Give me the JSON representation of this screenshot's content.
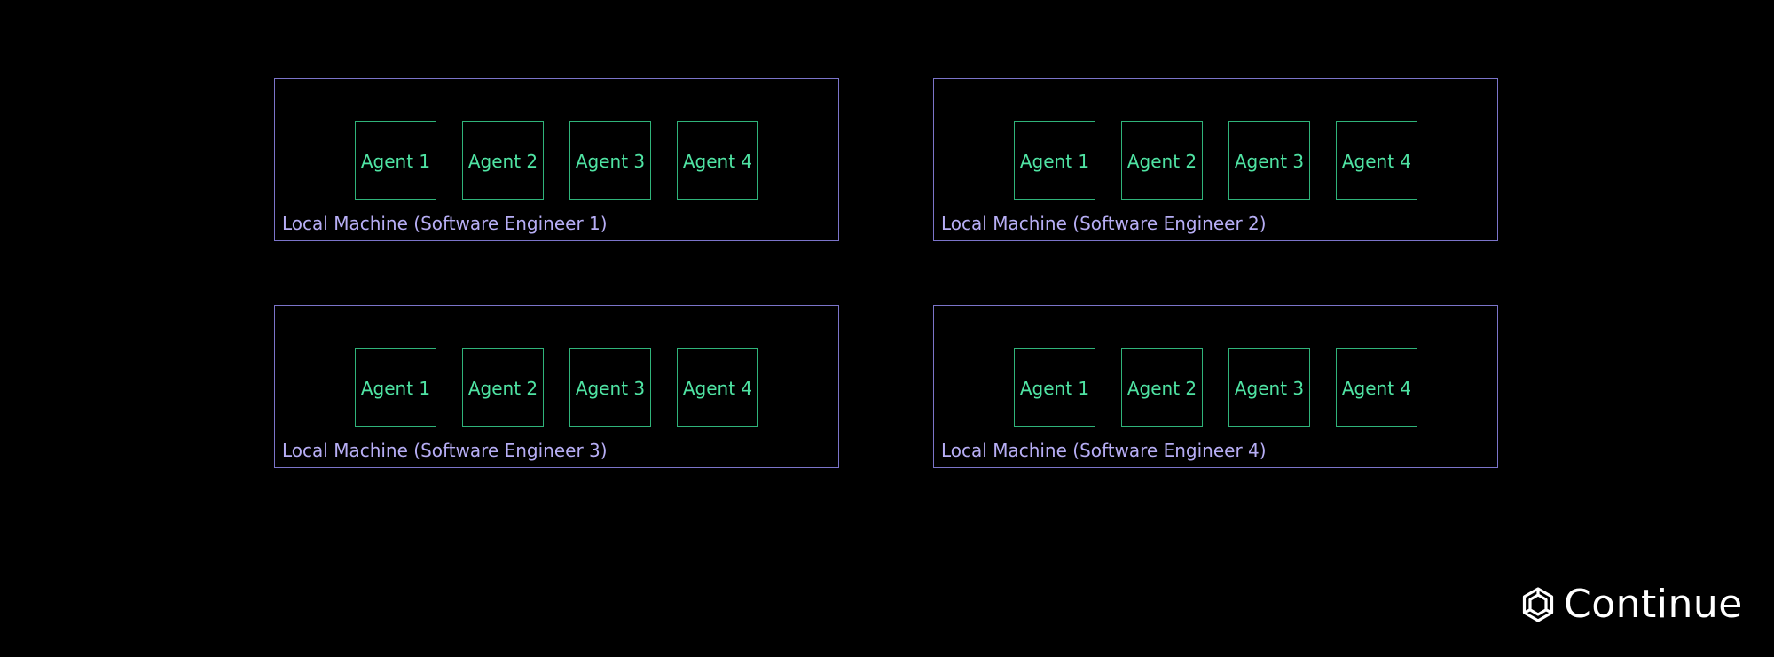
{
  "machines": [
    {
      "label": "Local Machine (Software Engineer 1)",
      "agents": [
        "Agent 1",
        "Agent 2",
        "Agent 3",
        "Agent 4"
      ]
    },
    {
      "label": "Local Machine (Software Engineer 2)",
      "agents": [
        "Agent 1",
        "Agent 2",
        "Agent 3",
        "Agent 4"
      ]
    },
    {
      "label": "Local Machine (Software Engineer 3)",
      "agents": [
        "Agent 1",
        "Agent 2",
        "Agent 3",
        "Agent 4"
      ]
    },
    {
      "label": "Local Machine (Software Engineer 4)",
      "agents": [
        "Agent 1",
        "Agent 2",
        "Agent 3",
        "Agent 4"
      ]
    }
  ],
  "brand": {
    "name": "Continue",
    "icon": "continue-logo-icon"
  },
  "colors": {
    "background": "#000000",
    "machine_border": "#7b74c9",
    "machine_label": "#b7aef5",
    "agent_border": "#2fb37a",
    "agent_text": "#4fe3a3",
    "brand_text": "#ffffff"
  }
}
